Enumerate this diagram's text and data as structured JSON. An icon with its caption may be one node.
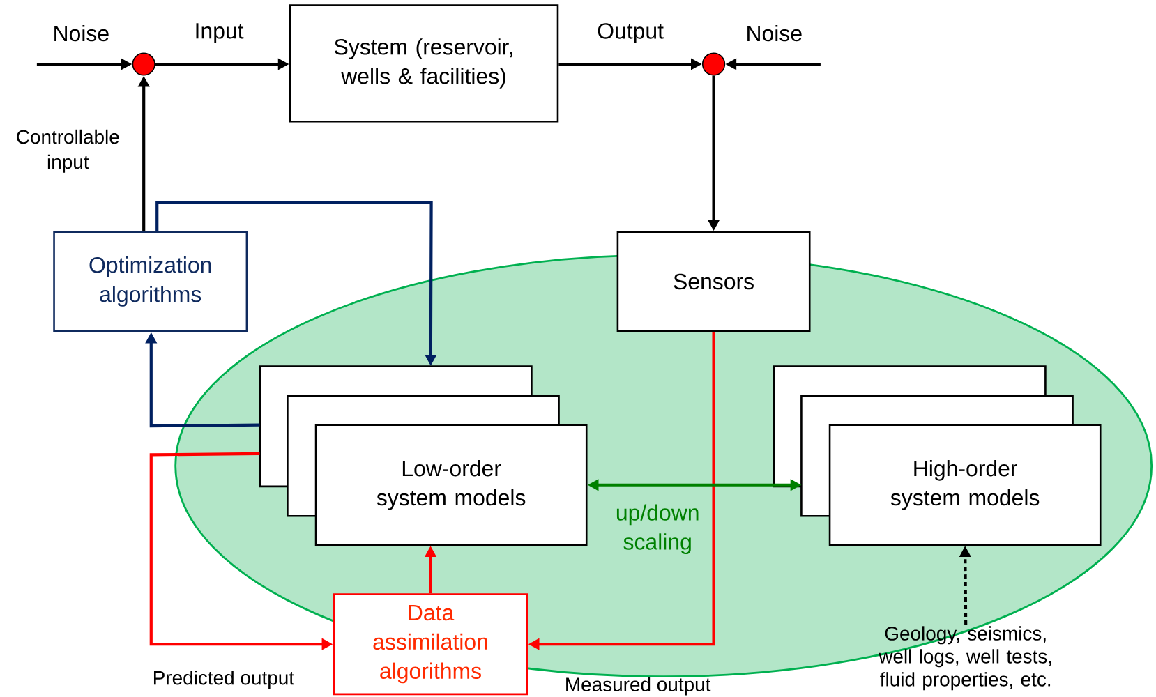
{
  "diagram": {
    "nodes": [
      {
        "text": [
          "System (reservoir, wells & facilities)"
        ]
      },
      {
        "text": [],
        "shape": "circle"
      },
      {
        "text": [],
        "shape": "circle"
      },
      {
        "text": [
          "Sensors"
        ]
      },
      {
        "text": [
          "Optimization algorithms"
        ]
      },
      {
        "text": [
          "Low-order system models"
        ]
      },
      {
        "text": [
          "High-order system models"
        ]
      },
      {
        "text": [
          "Data assimilation algorithms"
        ]
      },
      {
        "text": [
          "Geology, seismics, well logs, well tests, fluid properties, etc."
        ]
      }
    ],
    "edges": [
      {
        "from": null,
        "to": 1,
        "arrow": "to",
        "label": "Noise"
      },
      {
        "from": 1,
        "to": 0,
        "arrow": "to",
        "label": "Input"
      },
      {
        "from": 0,
        "to": 2,
        "arrow": "to",
        "label": "Output"
      },
      {
        "from": null,
        "to": 2,
        "arrow": "to",
        "label": "Noise"
      },
      {
        "from": 4,
        "to": 1,
        "arrow": "to",
        "label": "Controllable input"
      },
      {
        "from": 2,
        "to": 3,
        "arrow": "to"
      },
      {
        "from": 4,
        "to": 5,
        "arrow": "to",
        "color": "#002060"
      },
      {
        "from": 5,
        "to": 4,
        "arrow": "to",
        "color": "#002060"
      },
      {
        "from": 5,
        "to": 7,
        "arrow": "to",
        "color": "#ff0000",
        "label": "Predicted output"
      },
      {
        "from": 3,
        "to": 7,
        "arrow": "to",
        "color": "#ff0000",
        "label": "Measured output"
      },
      {
        "from": 7,
        "to": 5,
        "arrow": "to",
        "color": "#ff0000"
      },
      {
        "from": 5,
        "to": 6,
        "arrow": "both",
        "color": "#008000",
        "label": "up/down scaling"
      },
      {
        "from": 8,
        "to": 6,
        "arrow": "to",
        "style": "dashed"
      }
    ]
  }
}
